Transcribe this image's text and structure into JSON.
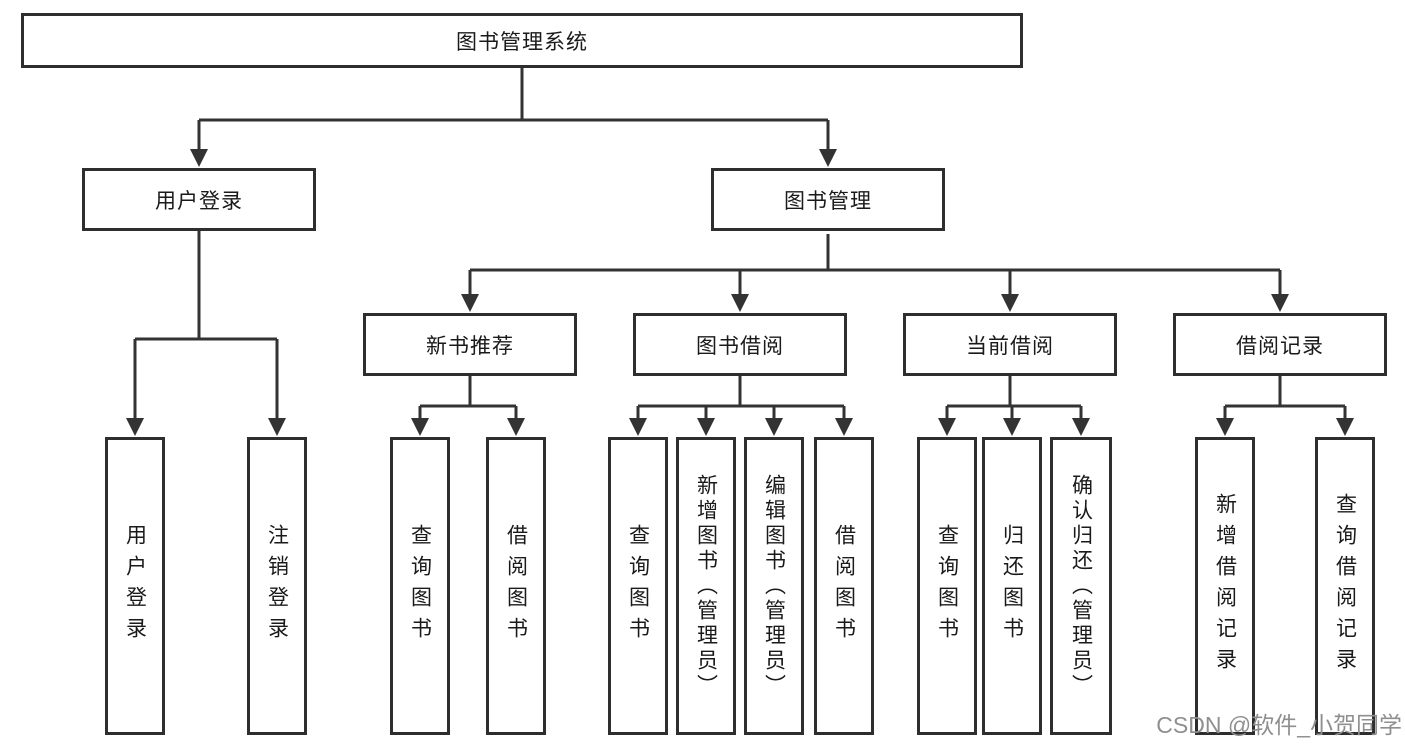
{
  "diagram_title": "图书管理系统",
  "nodes": {
    "root": {
      "label": "图书管理系统"
    },
    "level2": [
      {
        "label": "用户登录"
      },
      {
        "label": "图书管理"
      }
    ],
    "level3": [
      {
        "label": "新书推荐"
      },
      {
        "label": "图书借阅"
      },
      {
        "label": "当前借阅"
      },
      {
        "label": "借阅记录"
      }
    ],
    "leaves": [
      {
        "label": "用户登录"
      },
      {
        "label": "注销登录"
      },
      {
        "label": "查询图书"
      },
      {
        "label": "借阅图书"
      },
      {
        "label": "查询图书"
      },
      {
        "label": "新增图书（管理员）"
      },
      {
        "label": "编辑图书（管理员）"
      },
      {
        "label": "借阅图书"
      },
      {
        "label": "查询图书"
      },
      {
        "label": "归还图书"
      },
      {
        "label": "确认归还（管理员）"
      },
      {
        "label": "新增借阅记录"
      },
      {
        "label": "查询借阅记录"
      }
    ]
  },
  "watermark": {
    "text": "CSDN @软件_小贺同学",
    "color": "#8f8f8f"
  },
  "colors": {
    "connector": "#333333",
    "box_border": "#2e2e2e",
    "box_background": "#ffffff",
    "label_text": "#1a1a1a"
  }
}
